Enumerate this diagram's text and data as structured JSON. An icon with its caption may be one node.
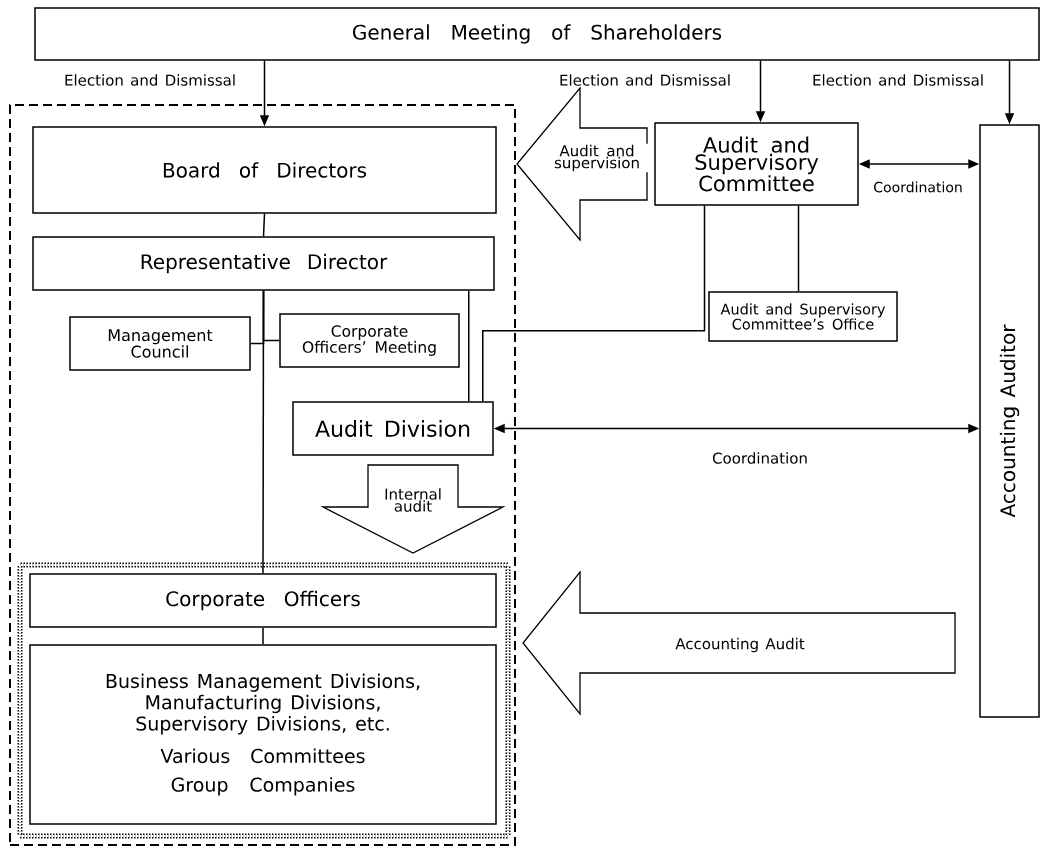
{
  "diagram": {
    "nodes": [
      {
        "text": [
          "General Meeting of Shareholders"
        ]
      },
      {
        "text": [],
        "shape": "box"
      },
      {
        "text": [
          "Board of Directors"
        ],
        "in": 1
      },
      {
        "text": [
          "Representative Director"
        ],
        "in": 1
      },
      {
        "text": [
          "Management Council"
        ],
        "in": 1
      },
      {
        "text": [
          "Corporate Officers’ Meeting"
        ],
        "in": 1
      },
      {
        "text": [
          "Audit Division"
        ],
        "in": 1
      },
      {
        "text": [],
        "shape": "box",
        "in": 1
      },
      {
        "text": [
          "Corporate Officers"
        ],
        "in": 7
      },
      {
        "text": [
          "Business Management Divisions, Manufacturing Divisions, Supervisory Divisions, etc.",
          "Various Committees",
          "Group Companies"
        ],
        "in": 7
      },
      {
        "text": [
          "Audit and Supervisory Committee"
        ]
      },
      {
        "text": [
          "Audit and Supervisory Committee’s Office"
        ]
      },
      {
        "text": [
          "Accounting Auditor"
        ]
      }
    ],
    "edges": [
      {
        "from": 0,
        "to": 2,
        "arrow": "to",
        "label": "Election and Dismissal"
      },
      {
        "from": 0,
        "to": 10,
        "arrow": "to",
        "label": "Election and Dismissal"
      },
      {
        "from": 0,
        "to": 12,
        "arrow": "to",
        "label": "Election and Dismissal"
      },
      {
        "from": 2,
        "to": 3,
        "arrow": "none"
      },
      {
        "from": 3,
        "to": 4,
        "arrow": "none"
      },
      {
        "from": 3,
        "to": 5,
        "arrow": "none"
      },
      {
        "from": 3,
        "to": 8,
        "arrow": "none"
      },
      {
        "from": 3,
        "to": 6,
        "arrow": "none"
      },
      {
        "from": 10,
        "to": 6,
        "arrow": "none"
      },
      {
        "from": 10,
        "to": 11,
        "arrow": "none"
      },
      {
        "from": 10,
        "to": 12,
        "arrow": "both",
        "label": "Coordination"
      },
      {
        "from": 6,
        "to": 12,
        "arrow": "both",
        "label": "Coordination"
      },
      {
        "from": 8,
        "to": 9,
        "arrow": "none"
      },
      {
        "from": 10,
        "to": 1,
        "arrow": "to",
        "label": "Audit and supervision"
      },
      {
        "from": 6,
        "to": 7,
        "arrow": "to",
        "label": "Internal audit"
      },
      {
        "from": 12,
        "to": 7,
        "arrow": "to",
        "label": "Accounting Audit"
      }
    ]
  }
}
